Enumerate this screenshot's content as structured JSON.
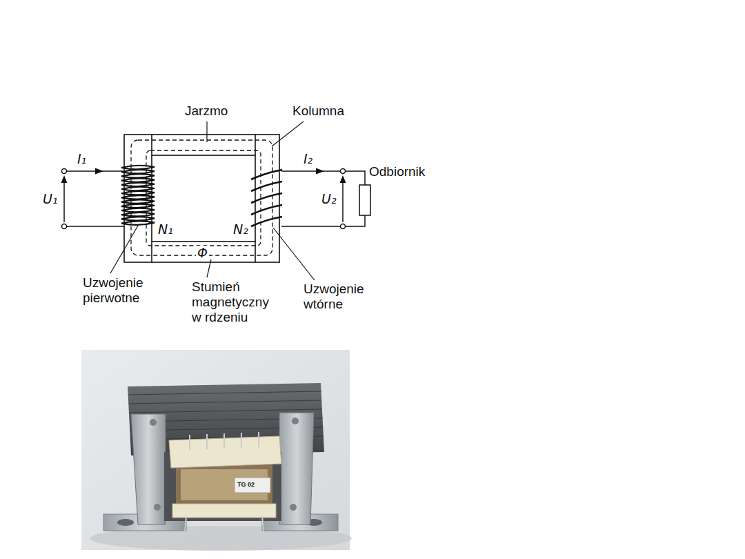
{
  "diagram": {
    "labels": [
      "Jarzmo",
      "Kolumna",
      "I₁",
      "U₁",
      "I₂",
      "Odbiornik",
      "U₂",
      "N₁",
      "N₂",
      "Φ",
      "Uzwojenie pierwotne",
      "Stumień magnetyczny w rdzeniu",
      "Uzwojenie wtórne",
      "TG 02"
    ]
  }
}
